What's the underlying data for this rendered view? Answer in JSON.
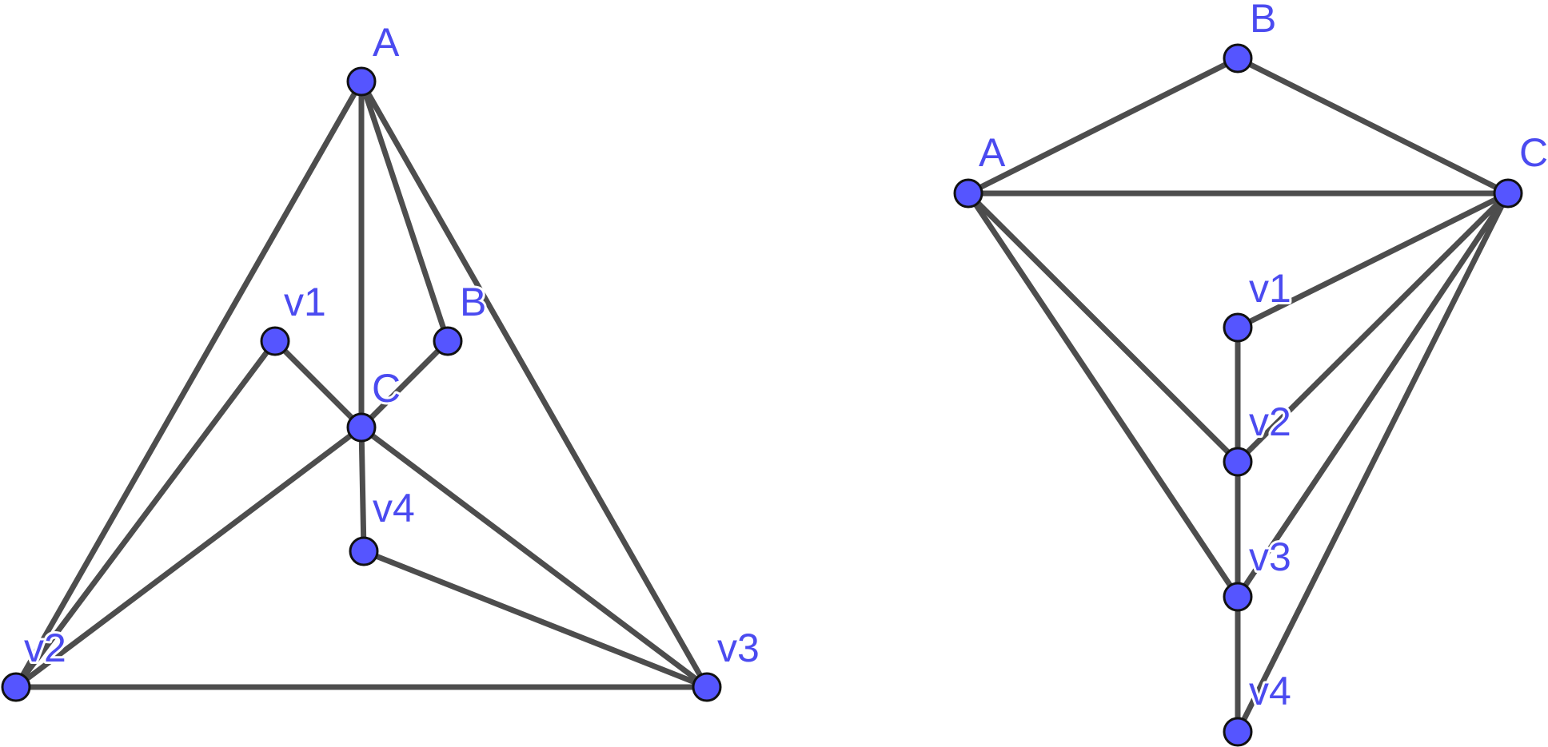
{
  "colors": {
    "edge": "#4d4d4d",
    "node_fill": "#5555ff",
    "node_stroke": "#111111",
    "label": "#4b4bf0"
  },
  "graphs": [
    {
      "name": "left",
      "nodes": [
        {
          "id": "A",
          "label": "A"
        },
        {
          "id": "B",
          "label": "B"
        },
        {
          "id": "C",
          "label": "C"
        },
        {
          "id": "v1",
          "label": "v1"
        },
        {
          "id": "v2",
          "label": "v2"
        },
        {
          "id": "v3",
          "label": "v3"
        },
        {
          "id": "v4",
          "label": "v4"
        }
      ],
      "edges": [
        [
          "A",
          "v2"
        ],
        [
          "A",
          "C"
        ],
        [
          "A",
          "B"
        ],
        [
          "A",
          "v3"
        ],
        [
          "v2",
          "v3"
        ],
        [
          "v2",
          "v1"
        ],
        [
          "v2",
          "C"
        ],
        [
          "v1",
          "C"
        ],
        [
          "B",
          "C"
        ],
        [
          "C",
          "v4"
        ],
        [
          "C",
          "v3"
        ],
        [
          "v4",
          "v3"
        ]
      ]
    },
    {
      "name": "right",
      "nodes": [
        {
          "id": "A",
          "label": "A"
        },
        {
          "id": "B",
          "label": "B"
        },
        {
          "id": "C",
          "label": "C"
        },
        {
          "id": "v1",
          "label": "v1"
        },
        {
          "id": "v2",
          "label": "v2"
        },
        {
          "id": "v3",
          "label": "v3"
        },
        {
          "id": "v4",
          "label": "v4"
        }
      ],
      "edges": [
        [
          "A",
          "B"
        ],
        [
          "B",
          "C"
        ],
        [
          "A",
          "C"
        ],
        [
          "A",
          "v2"
        ],
        [
          "A",
          "v3"
        ],
        [
          "C",
          "v1"
        ],
        [
          "C",
          "v2"
        ],
        [
          "C",
          "v3"
        ],
        [
          "C",
          "v4"
        ],
        [
          "v1",
          "v2"
        ],
        [
          "v2",
          "v3"
        ],
        [
          "v3",
          "v4"
        ]
      ]
    }
  ]
}
